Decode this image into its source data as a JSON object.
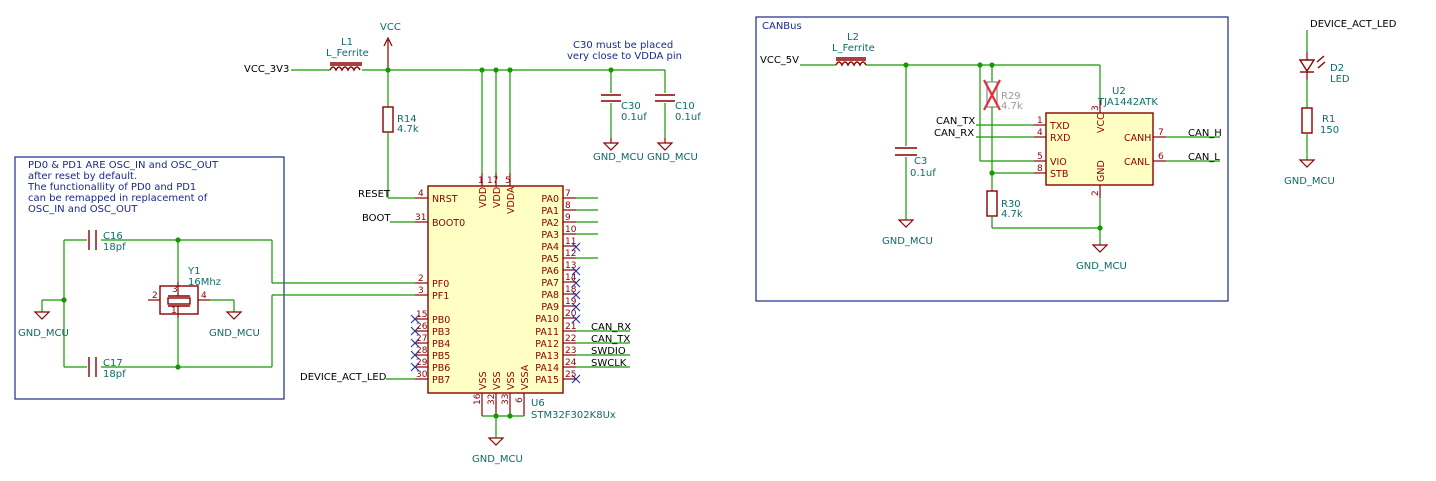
{
  "notes": {
    "osc_lines": [
      "PD0 & PD1 ARE OSC_IN and OSC_OUT",
      "after reset by default.",
      "The functionallity of PD0 and PD1",
      "can be remapped in replacement of",
      "OSC_IN and OSC_OUT"
    ],
    "c30_lines": [
      "C30 must be placed",
      "very close to VDDA pin"
    ]
  },
  "frames": {
    "canbus_title": "CANBus"
  },
  "nets": {
    "vcc_3v3": "VCC_3V3",
    "vcc": "VCC",
    "reset": "RESET",
    "boot": "BOOT",
    "device_act_led": "DEVICE_ACT_LED",
    "can_rx": "CAN_RX",
    "can_tx": "CAN_TX",
    "swdio": "SWDIO",
    "swclk": "SWCLK",
    "vcc_5v": "VCC_5V",
    "can_h": "CAN_H",
    "can_l": "CAN_L",
    "gnd_mcu": "GND_MCU"
  },
  "components": {
    "L1": {
      "ref": "L1",
      "value": "L_Ferrite"
    },
    "R14": {
      "ref": "R14",
      "value": "4.7k"
    },
    "C30": {
      "ref": "C30",
      "value": "0.1uf"
    },
    "C10": {
      "ref": "C10",
      "value": "0.1uf"
    },
    "C16": {
      "ref": "C16",
      "value": "18pf"
    },
    "C17": {
      "ref": "C17",
      "value": "18pf"
    },
    "Y1": {
      "ref": "Y1",
      "value": "16Mhz"
    },
    "U6": {
      "ref": "U6",
      "value": "STM32F302K8Ux"
    },
    "L2": {
      "ref": "L2",
      "value": "L_Ferrite"
    },
    "C3": {
      "ref": "C3",
      "value": "0.1uf"
    },
    "R29": {
      "ref": "R29",
      "value": "4.7k"
    },
    "R30": {
      "ref": "R30",
      "value": "4.7k"
    },
    "U2": {
      "ref": "U2",
      "value": "TJA1442ATK"
    },
    "D2": {
      "ref": "D2",
      "value": "LED"
    },
    "R1": {
      "ref": "R1",
      "value": "150"
    }
  },
  "u6_pins": {
    "nrst": "NRST",
    "boot0": "BOOT0",
    "pf0": "PF0",
    "pf1": "PF1",
    "pb0": "PB0",
    "pb3": "PB3",
    "pb4": "PB4",
    "pb5": "PB5",
    "pb6": "PB6",
    "pb7": "PB7",
    "vdd1": "VDD",
    "vdd2": "VDD",
    "vdda": "VDDA",
    "vss1": "VSS",
    "vss2": "VSS",
    "vss3": "VSS",
    "vssa": "VSSA",
    "pa": [
      "PA0",
      "PA1",
      "PA2",
      "PA3",
      "PA4",
      "PA5",
      "PA6",
      "PA7",
      "PA8",
      "PA9",
      "PA10",
      "PA11",
      "PA12",
      "PA13",
      "PA14",
      "PA15"
    ],
    "pa_nums": [
      "7",
      "8",
      "9",
      "10",
      "11",
      "12",
      "13",
      "14",
      "18",
      "19",
      "20",
      "21",
      "22",
      "23",
      "24",
      "25"
    ],
    "nums": {
      "nrst": "4",
      "boot0": "31",
      "pf0": "2",
      "pf1": "3",
      "pb0": "15",
      "pb3": "26",
      "pb4": "27",
      "pb5": "28",
      "pb6": "29",
      "pb7": "30",
      "vdd1": "1",
      "vdd2": "17",
      "vdda": "5",
      "vss1": "16",
      "vss2": "32",
      "vss3": "33",
      "vssa": "6"
    }
  },
  "u2_pins": {
    "txd": "TXD",
    "rxd": "RXD",
    "vio": "VIO",
    "stb": "STB",
    "vcc": "VCC",
    "gnd": "GND",
    "canh": "CANH",
    "canl": "CANL",
    "nums": {
      "txd": "1",
      "rxd": "4",
      "vio": "5",
      "stb": "8",
      "vcc": "3",
      "gnd": "2",
      "canh": "7",
      "canl": "6"
    }
  },
  "y1_pins": {
    "p1": "1",
    "p2": "2",
    "p3": "3",
    "p4": "4"
  }
}
